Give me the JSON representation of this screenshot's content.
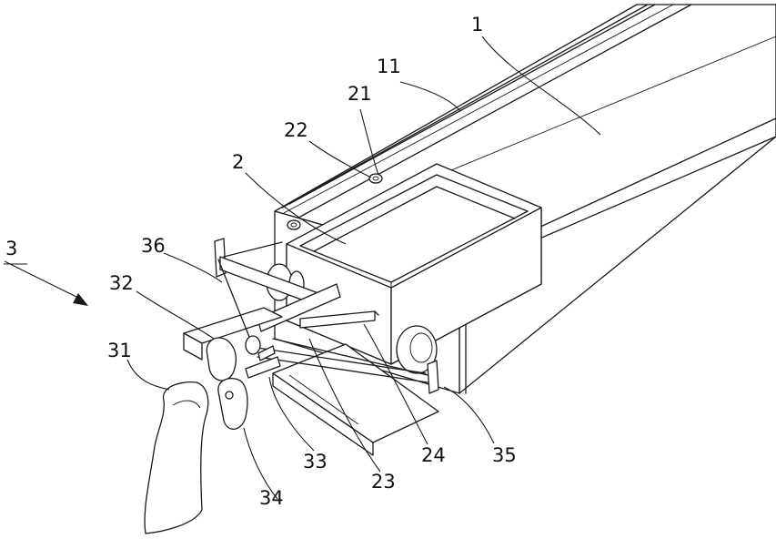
{
  "labels": {
    "l1": "1",
    "l11": "11",
    "l21": "21",
    "l22": "22",
    "l2": "2",
    "l3": "3",
    "l36": "36",
    "l32": "32",
    "l31": "31",
    "l33": "33",
    "l34": "34",
    "l23": "23",
    "l24": "24",
    "l35": "35"
  }
}
